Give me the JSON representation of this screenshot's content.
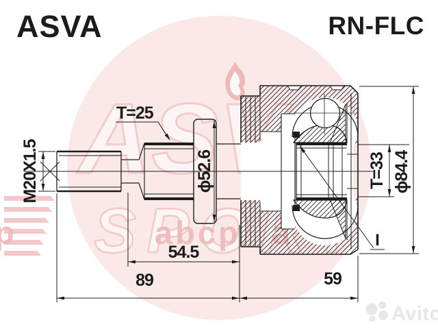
{
  "header": {
    "brand": "ASVA",
    "part_number": "RN-FLC"
  },
  "dimensions": {
    "thread_spec": "M20X1.5",
    "outer_spline_teeth": "T=25",
    "inner_joint_diameter": "ϕ52.6",
    "inner_spline_teeth": "T=33",
    "housing_outer_diameter": "ϕ84.4",
    "spline_section_length": "54.5",
    "shaft_side_length": "89",
    "housing_side_length": "59",
    "detail_view_mark": "I"
  },
  "watermarks": {
    "brand_text": "ASVA",
    "brand_subtext": "SPORT",
    "abcp_partial_left": "p",
    "abcp_text": "abcp",
    "abcp_partial_right": "a",
    "marketplace_text": "Avito"
  },
  "colors": {
    "drawing_line": "#1c1c1c",
    "watermark_disc": "#fbe9e9",
    "watermark_pink": "#ecb9b9",
    "avito_gray": "#e7e7e7"
  }
}
